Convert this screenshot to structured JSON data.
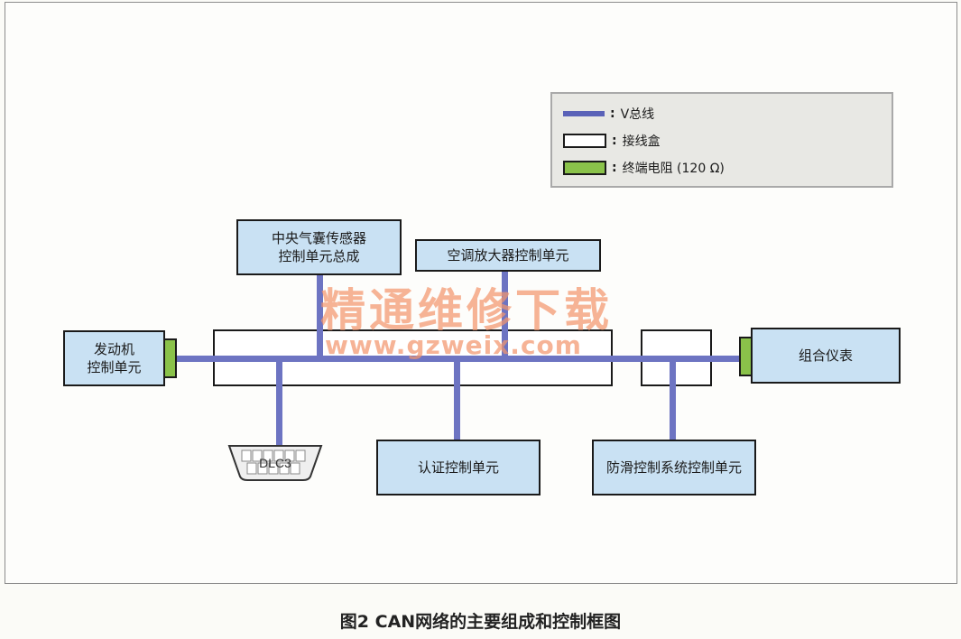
{
  "legend": {
    "items": [
      {
        "label": "V总线"
      },
      {
        "label": "接线盒"
      },
      {
        "label": "终端电阻 (120 Ω)"
      }
    ]
  },
  "units": {
    "engine": "发动机\n控制单元",
    "airbag": "中央气囊传感器\n控制单元总成",
    "aircon": "空调放大器控制单元",
    "meter": "组合仪表",
    "auth": "认证控制单元",
    "abs": "防滑控制系统控制单元"
  },
  "connector": {
    "label": "DLC3"
  },
  "watermark": {
    "line1": "精通维修下载",
    "line2": "www.gzweix.com"
  },
  "caption": "图2  CAN网络的主要组成和控制框图",
  "colors": {
    "bus": "#6d74c2",
    "unit_fill": "#c9e1f3",
    "terminator": "#8ac24a",
    "watermark": "#f2966e"
  }
}
